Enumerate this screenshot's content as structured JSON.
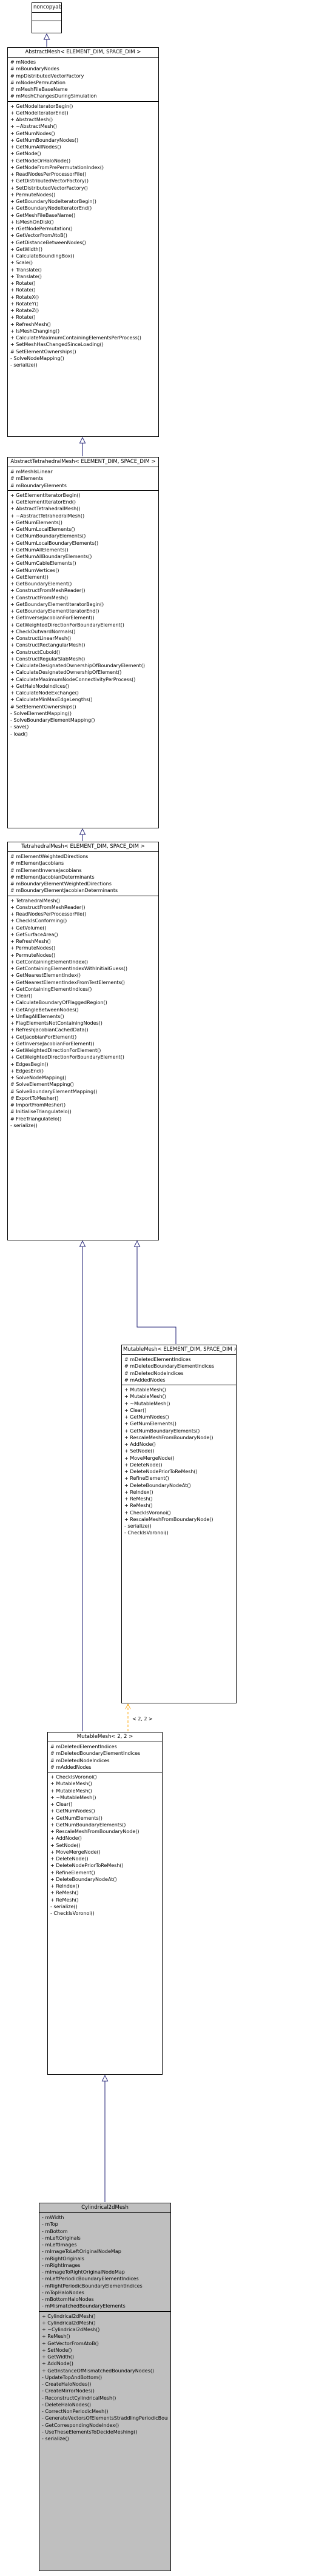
{
  "colors": {
    "inherit_edge": "#191970",
    "use_edge": "#ffa500",
    "highlight_fill": "#bfbfbf"
  },
  "noncopyable": {
    "title": "noncopyable"
  },
  "abstract_mesh": {
    "title": "AbstractMesh< ELEMENT_DIM, SPACE_DIM >",
    "attributes": [
      "# mNodes",
      "# mBoundaryNodes",
      "# mpDistributedVectorFactory",
      "# mNodesPermutation",
      "# mMeshFileBaseName",
      "# mMeshChangesDuringSimulation"
    ],
    "methods": [
      "+ GetNodeIteratorBegin()",
      "+ GetNodeIteratorEnd()",
      "+ AbstractMesh()",
      "+ ~AbstractMesh()",
      "+ GetNumNodes()",
      "+ GetNumBoundaryNodes()",
      "+ GetNumAllNodes()",
      "+ GetNode()",
      "+ GetNodeOrHaloNode()",
      "+ GetNodeFromPrePermutationIndex()",
      "+ ReadNodesPerProcessorFile()",
      "+ GetDistributedVectorFactory()",
      "+ SetDistributedVectorFactory()",
      "+ PermuteNodes()",
      "+ GetBoundaryNodeIteratorBegin()",
      "+ GetBoundaryNodeIteratorEnd()",
      "+ GetMeshFileBaseName()",
      "+ IsMeshOnDisk()",
      "+ rGetNodePermutation()",
      "+ GetVectorFromAtoB()",
      "+ GetDistanceBetweenNodes()",
      "+ GetWidth()",
      "+ CalculateBoundingBox()",
      "+ Scale()",
      "+ Translate()",
      "+ Translate()",
      "+ Rotate()",
      "+ Rotate()",
      "+ RotateX()",
      "+ RotateY()",
      "+ RotateZ()",
      "+ Rotate()",
      "+ RefreshMesh()",
      "+ IsMeshChanging()",
      "+ CalculateMaximumContainingElementsPerProcess()",
      "+ SetMeshHasChangedSinceLoading()",
      "# SetElementOwnerships()",
      "- SolveNodeMapping()",
      "- serialize()"
    ]
  },
  "abstract_tetrahedral_mesh": {
    "title": "AbstractTetrahedralMesh< ELEMENT_DIM, SPACE_DIM >",
    "attributes": [
      "# mMeshIsLinear",
      "# mElements",
      "# mBoundaryElements"
    ],
    "methods": [
      "+ GetElementIteratorBegin()",
      "+ GetElementIteratorEnd()",
      "+ AbstractTetrahedralMesh()",
      "+ ~AbstractTetrahedralMesh()",
      "+ GetNumElements()",
      "+ GetNumLocalElements()",
      "+ GetNumBoundaryElements()",
      "+ GetNumLocalBoundaryElements()",
      "+ GetNumAllElements()",
      "+ GetNumAllBoundaryElements()",
      "+ GetNumCableElements()",
      "+ GetNumVertices()",
      "+ GetElement()",
      "+ GetBoundaryElement()",
      "+ ConstructFromMeshReader()",
      "+ ConstructFromMesh()",
      "+ GetBoundaryElementIteratorBegin()",
      "+ GetBoundaryElementIteratorEnd()",
      "+ GetInverseJacobianForElement()",
      "+ GetWeightedDirectionForBoundaryElement()",
      "+ CheckOutwardNormals()",
      "+ ConstructLinearMesh()",
      "+ ConstructRectangularMesh()",
      "+ ConstructCuboid()",
      "+ ConstructRegularSlabMesh()",
      "+ CalculateDesignatedOwnershipOfBoundaryElement()",
      "+ CalculateDesignatedOwnershipOfElement()",
      "+ CalculateMaximumNodeConnectivityPerProcess()",
      "+ GetHaloNodeIndices()",
      "+ CalculateNodeExchange()",
      "+ CalculateMinMaxEdgeLengths()",
      "# SetElementOwnerships()",
      "- SolveElementMapping()",
      "- SolveBoundaryElementMapping()",
      "- save()",
      "- load()"
    ]
  },
  "tetrahedral_mesh": {
    "title": "TetrahedralMesh< ELEMENT_DIM, SPACE_DIM >",
    "attributes": [
      "# mElementWeightedDirections",
      "# mElementJacobians",
      "# mElementInverseJacobians",
      "# mElementJacobianDeterminants",
      "# mBoundaryElementWeightedDirections",
      "# mBoundaryElementJacobianDeterminants"
    ],
    "methods": [
      "+ TetrahedralMesh()",
      "+ ConstructFromMeshReader()",
      "+ ReadNodesPerProcessorFile()",
      "+ CheckIsConforming()",
      "+ GetVolume()",
      "+ GetSurfaceArea()",
      "+ RefreshMesh()",
      "+ PermuteNodes()",
      "+ PermuteNodes()",
      "+ GetContainingElementIndex()",
      "+ GetContainingElementIndexWithInitialGuess()",
      "+ GetNearestElementIndex()",
      "+ GetNearestElementIndexFromTestElements()",
      "+ GetContainingElementIndices()",
      "+ Clear()",
      "+ CalculateBoundaryOfFlaggedRegion()",
      "+ GetAngleBetweenNodes()",
      "+ UnflagAllElements()",
      "+ FlagElementsNotContainingNodes()",
      "+ RefreshJacobianCachedData()",
      "+ GetJacobianForElement()",
      "+ GetInverseJacobianForElement()",
      "+ GetWeightedDirectionForElement()",
      "+ GetWeightedDirectionForBoundaryElement()",
      "+ EdgesBegin()",
      "+ EdgesEnd()",
      "+ SolveNodeMapping()",
      "# SolveElementMapping()",
      "# SolveBoundaryElementMapping()",
      "# ExportToMesher()",
      "# ImportFromMesher()",
      "# InitialiseTriangulateIo()",
      "# FreeTriangulateIo()",
      "- serialize()"
    ]
  },
  "mutable_mesh_template": {
    "title": "MutableMesh< ELEMENT_DIM, SPACE_DIM >",
    "attributes": [
      "# mDeletedElementIndices",
      "# mDeletedBoundaryElementIndices",
      "# mDeletedNodeIndices",
      "# mAddedNodes"
    ],
    "methods": [
      "+ MutableMesh()",
      "+ MutableMesh()",
      "+ ~MutableMesh()",
      "+ Clear()",
      "+ GetNumNodes()",
      "+ GetNumElements()",
      "+ GetNumBoundaryElements()",
      "+ RescaleMeshFromBoundaryNode()",
      "+ AddNode()",
      "+ SetNode()",
      "+ MoveMergeNode()",
      "+ DeleteNode()",
      "+ DeleteNodePriorToReMesh()",
      "+ RefineElement()",
      "+ DeleteBoundaryNodeAt()",
      "+ ReIndex()",
      "+ ReMesh()",
      "+ ReMesh()",
      "+ CheckIsVoronoi()",
      "+ RescaleMeshFromBoundaryNode()",
      "- serialize()",
      "- CheckIsVoronoi()"
    ]
  },
  "template_binding_label": "< 2, 2 >",
  "mutable_mesh_22": {
    "title": "MutableMesh< 2, 2 >",
    "attributes": [
      "# mDeletedElementIndices",
      "# mDeletedBoundaryElementIndices",
      "# mDeletedNodeIndices",
      "# mAddedNodes"
    ],
    "methods": [
      "+ CheckIsVoronoi()",
      "+ MutableMesh()",
      "+ MutableMesh()",
      "+ ~MutableMesh()",
      "+ Clear()",
      "+ GetNumNodes()",
      "+ GetNumElements()",
      "+ GetNumBoundaryElements()",
      "+ RescaleMeshFromBoundaryNode()",
      "+ AddNode()",
      "+ SetNode()",
      "+ MoveMergeNode()",
      "+ DeleteNode()",
      "+ DeleteNodePriorToReMesh()",
      "+ RefineElement()",
      "+ DeleteBoundaryNodeAt()",
      "+ ReIndex()",
      "+ ReMesh()",
      "+ ReMesh()",
      "- serialize()",
      "- CheckIsVoronoi()"
    ]
  },
  "cylindrical_2d_mesh": {
    "title": "Cylindrical2dMesh",
    "attributes": [
      "- mWidth",
      "- mTop",
      "- mBottom",
      "- mLeftOriginals",
      "- mLeftImages",
      "- mImageToLeftOriginalNodeMap",
      "- mRightOriginals",
      "- mRightImages",
      "- mImageToRightOriginalNodeMap",
      "- mLeftPeriodicBoundaryElementIndices",
      "- mRightPeriodicBoundaryElementIndices",
      "- mTopHaloNodes",
      "- mBottomHaloNodes",
      "- mMismatchedBoundaryElements"
    ],
    "methods": [
      "+ Cylindrical2dMesh()",
      "+ Cylindrical2dMesh()",
      "+ ~Cylindrical2dMesh()",
      "+ ReMesh()",
      "+ GetVectorFromAtoB()",
      "+ SetNode()",
      "+ GetWidth()",
      "+ AddNode()",
      "+ GetInstanceOfMismatchedBoundaryNodes()",
      "- UpdateTopAndBottom()",
      "- CreateHaloNodes()",
      "- CreateMirrorNodes()",
      "- ReconstructCylindricalMesh()",
      "- DeleteHaloNodes()",
      "- CorrectNonPeriodicMesh()",
      "- GenerateVectorsOfElementsStraddlingPeriodicBoundaries()",
      "- GetCorrespondingNodeIndex()",
      "- UseTheseElementsToDecideMeshing()",
      "- serialize()"
    ]
  }
}
